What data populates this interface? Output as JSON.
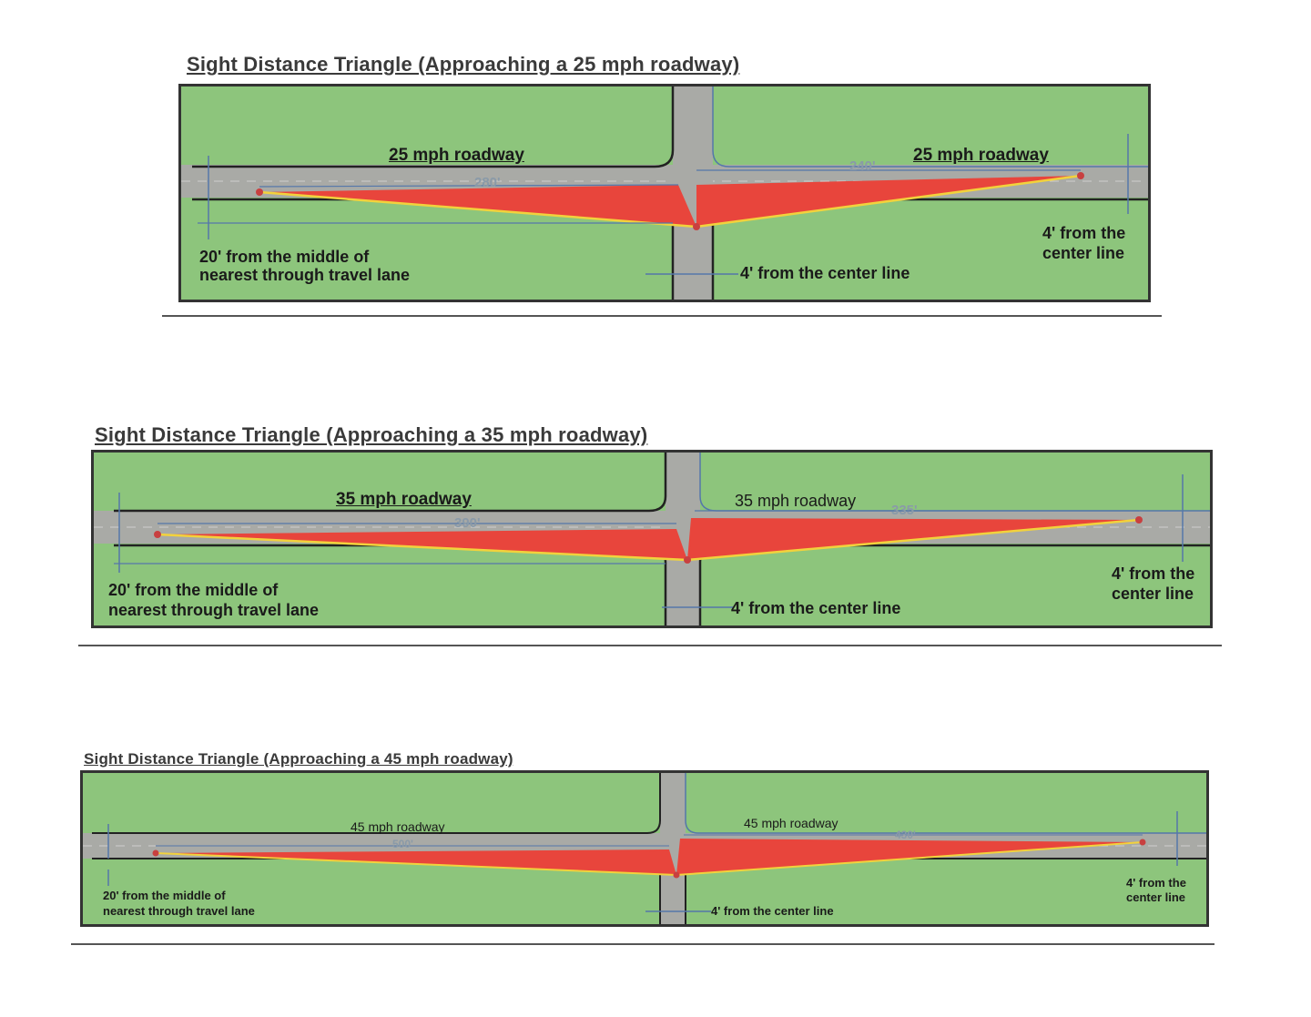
{
  "panels": [
    {
      "title": "Sight Distance Triangle (Approaching a 25 mph roadway)",
      "road_left": "25 mph roadway",
      "road_right": "25 mph roadway",
      "dist_left": "280'",
      "dist_right": "240'",
      "note_left_1": "20' from the middle of",
      "note_left_2": "nearest through travel lane",
      "note_center": "4' from the center line",
      "note_right_1": "4' from the",
      "note_right_2": "center line"
    },
    {
      "title": "Sight Distance Triangle (Approaching a 35 mph roadway)",
      "road_left": "35 mph roadway",
      "road_right": "35 mph roadway",
      "dist_left": "390'",
      "dist_right": "335'",
      "note_left_1": "20' from the middle of",
      "note_left_2": "nearest through travel lane",
      "note_center": "4' from the center line",
      "note_right_1": "4' from the",
      "note_right_2": "center line"
    },
    {
      "title": "Sight Distance Triangle (Approaching a 45 mph roadway)",
      "road_left": "45 mph roadway",
      "road_right": "45 mph roadway",
      "dist_left": "500'",
      "dist_right": "430'",
      "note_left_1": "20' from the middle of",
      "note_left_2": "nearest through travel lane",
      "note_center": "4' from the center line",
      "note_right_1": "4' from the",
      "note_right_2": "center line"
    }
  ],
  "colors": {
    "grass": "#8dc57c",
    "road": "#a9aaa6",
    "triangle": "#e8453c",
    "sight_line": "#f2d23c",
    "dimension": "#5577aa"
  }
}
